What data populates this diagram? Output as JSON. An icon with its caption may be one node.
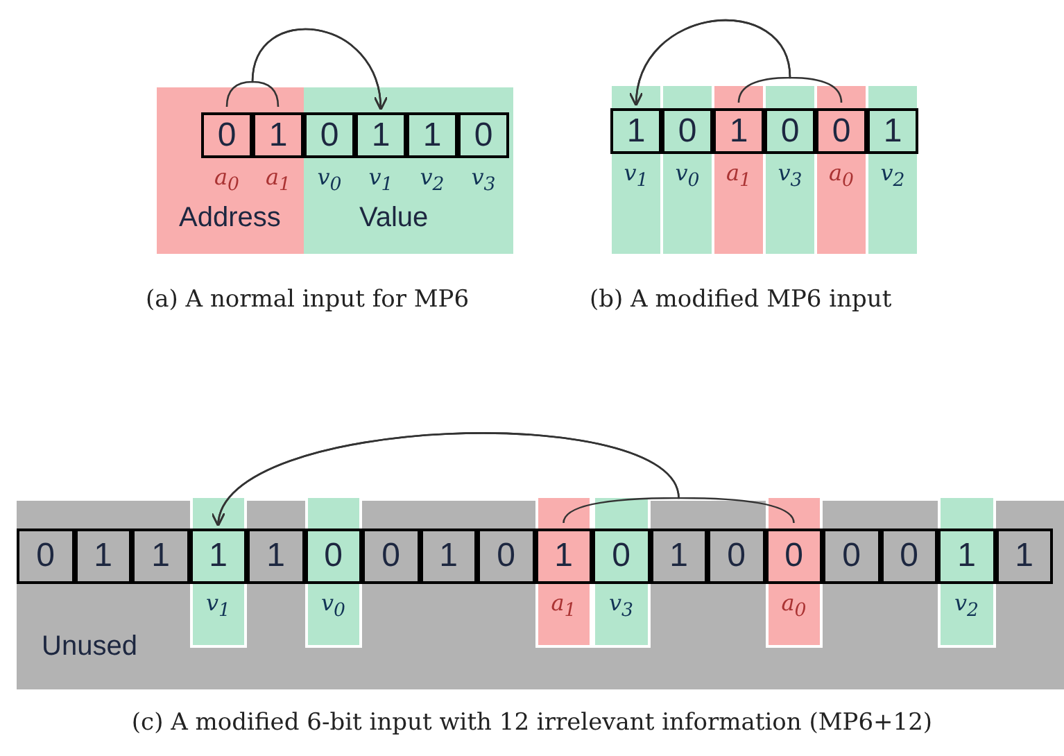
{
  "diagram": {
    "nodes": [
      {
        "text": [
          "Address"
        ]
      },
      {
        "text": [
          "0"
        ],
        "in": 0,
        "beside": [
          "a$_{0}$"
        ]
      },
      {
        "text": [
          "1"
        ],
        "in": 0,
        "beside": [
          "a$_{1}$"
        ]
      },
      {
        "text": [
          "Value"
        ]
      },
      {
        "text": [
          "0"
        ],
        "in": 3,
        "beside": [
          "v$_{0}$"
        ]
      },
      {
        "text": [
          "1"
        ],
        "in": 3,
        "beside": [
          "v$_{1}$"
        ]
      },
      {
        "text": [
          "1"
        ],
        "in": 3,
        "beside": [
          "v$_{2}$"
        ]
      },
      {
        "text": [
          "0"
        ],
        "in": 3,
        "beside": [
          "v$_{3}$"
        ]
      },
      {
        "text": [
          "1"
        ],
        "beside": [
          "v$_{1}$"
        ]
      },
      {
        "text": [
          "0"
        ],
        "beside": [
          "v$_{0}$"
        ]
      },
      {
        "text": [
          "1"
        ],
        "beside": [
          "a$_{1}$"
        ]
      },
      {
        "text": [
          "0"
        ],
        "beside": [
          "v$_{3}$"
        ]
      },
      {
        "text": [
          "0"
        ],
        "beside": [
          "a$_{0}$"
        ]
      },
      {
        "text": [
          "1"
        ],
        "beside": [
          "v$_{2}$"
        ]
      },
      {
        "text": [
          "Unused"
        ]
      },
      {
        "text": [
          "0"
        ],
        "in": 14
      },
      {
        "text": [
          "1"
        ],
        "in": 14
      },
      {
        "text": [
          "1"
        ],
        "in": 14
      },
      {
        "text": [
          "1"
        ],
        "in": 14,
        "beside": [
          "v$_{1}$"
        ]
      },
      {
        "text": [
          "1"
        ],
        "in": 14
      },
      {
        "text": [
          "0"
        ],
        "in": 14,
        "beside": [
          "v$_{0}$"
        ]
      },
      {
        "text": [
          "0"
        ],
        "in": 14
      },
      {
        "text": [
          "1"
        ],
        "in": 14
      },
      {
        "text": [
          "0"
        ],
        "in": 14
      },
      {
        "text": [
          "1"
        ],
        "in": 14,
        "beside": [
          "a$_{1}$"
        ]
      },
      {
        "text": [
          "0"
        ],
        "in": 14,
        "beside": [
          "v$_{3}$"
        ]
      },
      {
        "text": [
          "1"
        ],
        "in": 14
      },
      {
        "text": [
          "0"
        ],
        "in": 14
      },
      {
        "text": [
          "0"
        ],
        "in": 14,
        "beside": [
          "a$_{0}$"
        ]
      },
      {
        "text": [
          "0"
        ],
        "in": 14
      },
      {
        "text": [
          "0"
        ],
        "in": 14
      },
      {
        "text": [
          "1"
        ],
        "in": 14,
        "beside": [
          "v$_{2}$"
        ]
      },
      {
        "text": [
          "1"
        ],
        "in": 14
      }
    ],
    "edges": [
      {
        "from": 1,
        "to": 5,
        "arrow": "to"
      },
      {
        "from": 2,
        "to": 5,
        "arrow": "to"
      },
      {
        "from": 12,
        "to": 8,
        "arrow": "to"
      },
      {
        "from": 10,
        "to": 8,
        "arrow": "to"
      },
      {
        "from": 28,
        "to": 18,
        "arrow": "to"
      },
      {
        "from": 24,
        "to": 18,
        "arrow": "to"
      }
    ],
    "labels": [
      "(a) A normal input for MP6",
      "(b) A modified MP6 input",
      "(c) A modified 6-bit input with 12 irrelevant information (MP6+12)"
    ]
  }
}
